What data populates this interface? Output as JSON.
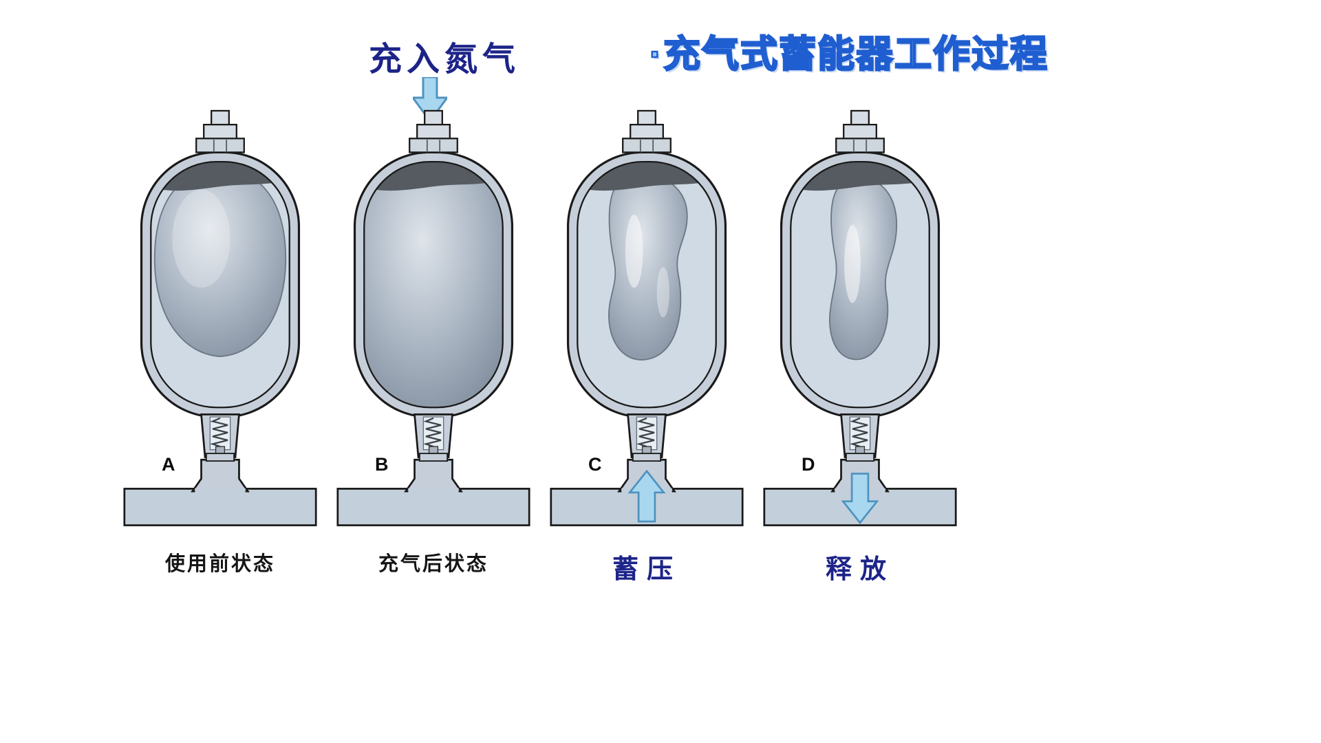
{
  "header": {
    "title": "·充气式蓄能器工作过程",
    "charge_label": "充入氮气"
  },
  "colors": {
    "title_fill": "#9cc4f5",
    "title_stroke": "#1f5ed0",
    "navy": "#1d2488",
    "caption_dark": "#151515",
    "shell_fill": "#c6cfd9",
    "shell_outline": "#1a1a1a",
    "oil": "#d0dae4",
    "bladder_dark_gas": "#565b62",
    "bladder_light": "#dfe4ea",
    "bladder_mid": "#aeb9c6",
    "bladder_deep": "#7f8c9c",
    "pipe_fill": "#c3d0dc",
    "arrow_fill": "#a9d7ef",
    "arrow_stroke": "#4f93c0"
  },
  "units": [
    {
      "letter": "A",
      "caption": "使用前状态",
      "state": "pre_use",
      "pipe_arrow": null,
      "emphasis": false
    },
    {
      "letter": "B",
      "caption": "充气后状态",
      "state": "charged",
      "pipe_arrow": null,
      "emphasis": false
    },
    {
      "letter": "C",
      "caption": "蓄压",
      "state": "accumulating",
      "pipe_arrow": "up",
      "emphasis": true
    },
    {
      "letter": "D",
      "caption": "释放",
      "state": "releasing",
      "pipe_arrow": "down",
      "emphasis": true
    }
  ]
}
